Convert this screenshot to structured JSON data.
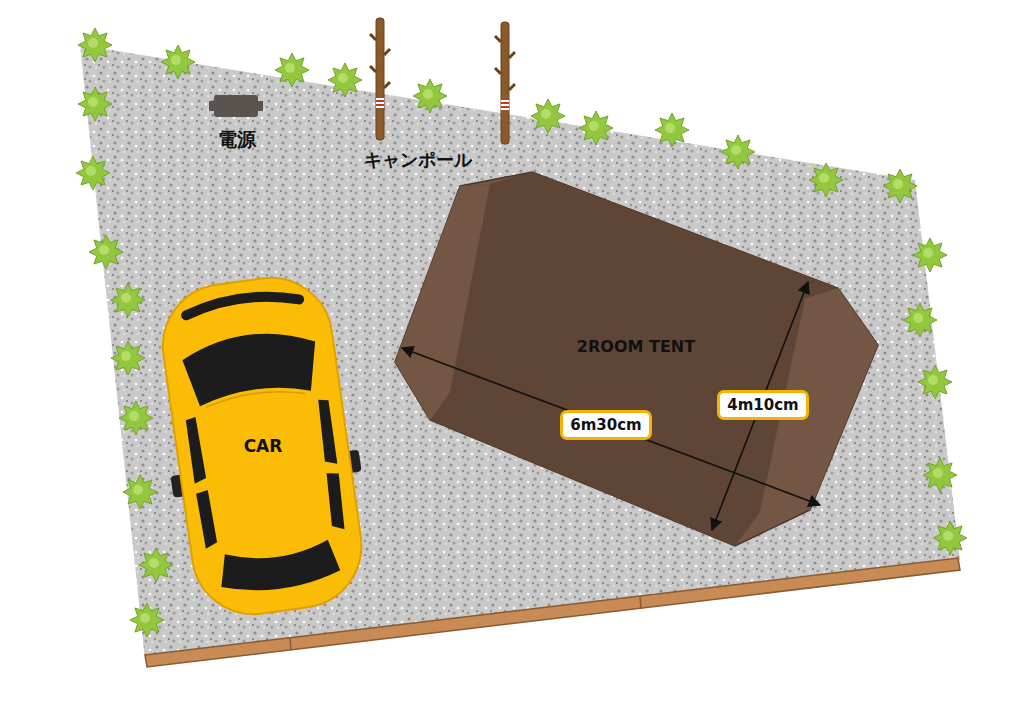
{
  "diagram": {
    "nodes": [
      {
        "text": [
          "2ROOM TENT"
        ]
      },
      {
        "text": [
          "4m10cm"
        ]
      },
      {
        "text": [
          "6m30cm"
        ]
      },
      {
        "text": [
          "CAR"
        ]
      }
    ],
    "labels": [
      "電源",
      "キャンポール"
    ]
  }
}
